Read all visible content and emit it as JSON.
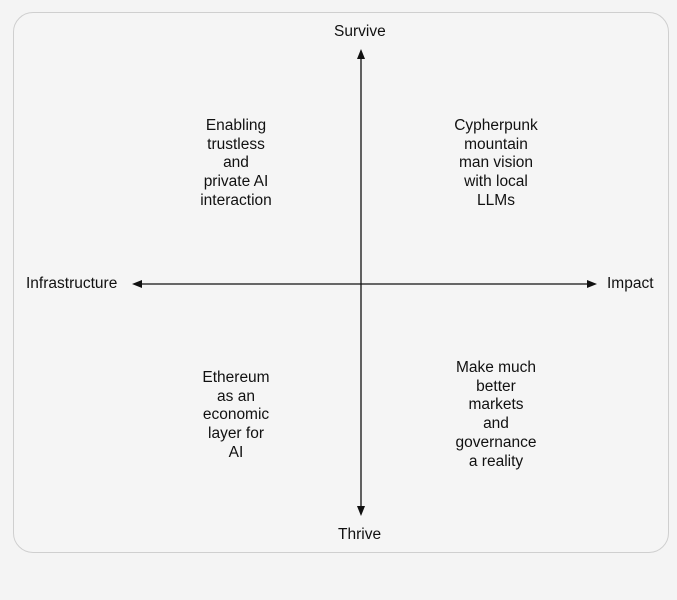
{
  "axes": {
    "top": "Survive",
    "bottom": "Thrive",
    "left": "Infrastructure",
    "right": "Impact"
  },
  "quadrants": {
    "top_left": [
      "Enabling",
      "trustless",
      "and",
      "private AI",
      "interaction"
    ],
    "top_right": [
      "Cypherpunk",
      "mountain",
      "man vision",
      "with local",
      "LLMs"
    ],
    "bottom_left": [
      "Ethereum",
      "as an",
      "economic",
      "layer for",
      "AI"
    ],
    "bottom_right": [
      "Make much",
      "better",
      "markets",
      "and",
      "governance",
      "a reality"
    ]
  },
  "colors": {
    "background": "#f4f4f4",
    "frame_border": "#cfcfcf",
    "axis": "#111111",
    "text": "#111111"
  }
}
